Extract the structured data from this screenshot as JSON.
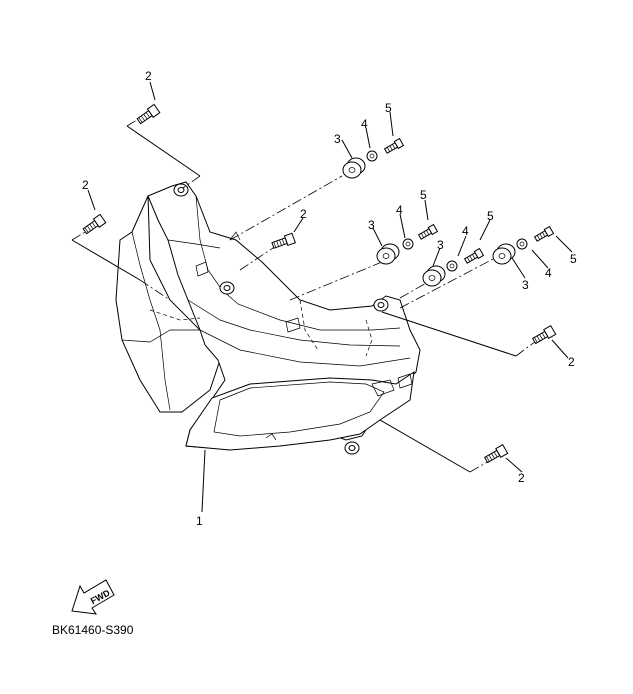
{
  "callouts": {
    "c2a": "2",
    "c2b": "2",
    "c2c": "2",
    "c2d": "2",
    "c2e": "2",
    "c3a": "3",
    "c3b": "3",
    "c3c": "3",
    "c3d": "3",
    "c4a": "4",
    "c4b": "4",
    "c4c": "4",
    "c4d": "4",
    "c5a": "5",
    "c5b": "5",
    "c5c": "5",
    "c5d": "5",
    "c1": "1"
  },
  "fwd_label": "FWD",
  "diagram_code": "BK61460-S390"
}
